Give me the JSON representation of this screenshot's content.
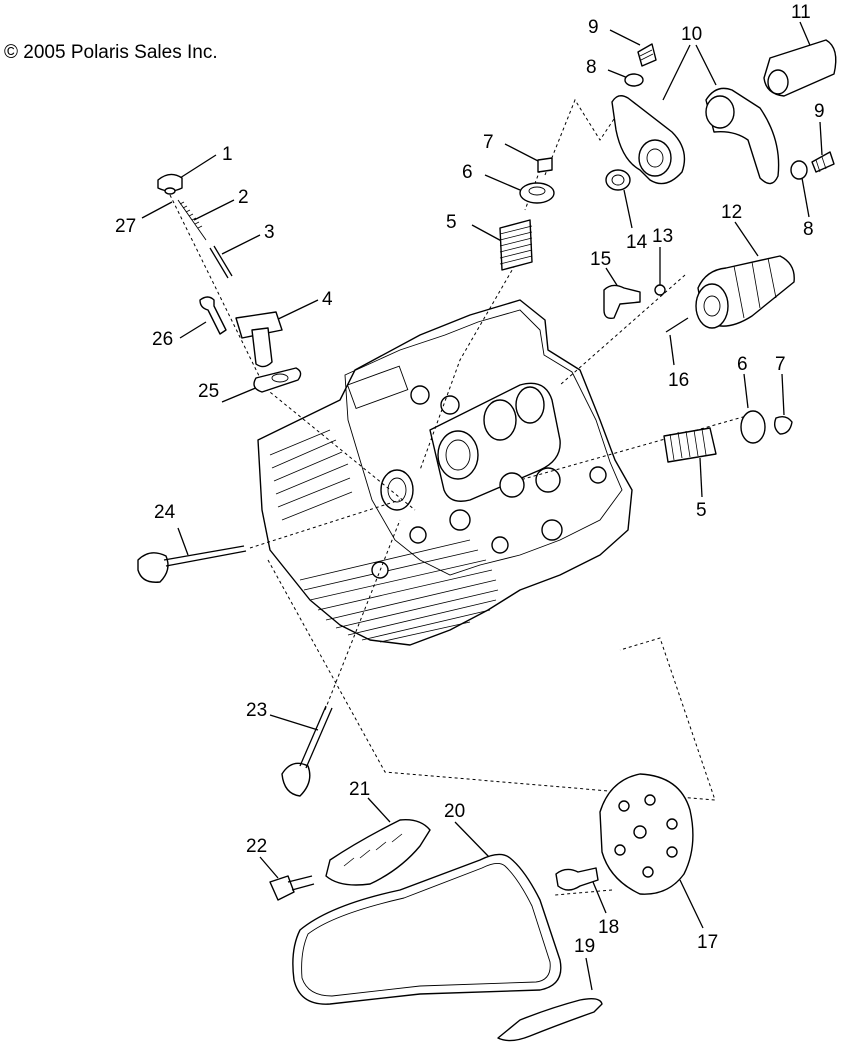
{
  "copyright": "© 2005 Polaris Sales Inc.",
  "callouts": [
    "1",
    "2",
    "3",
    "4",
    "5",
    "5",
    "6",
    "6",
    "7",
    "7",
    "8",
    "8",
    "9",
    "9",
    "10",
    "11",
    "12",
    "13",
    "14",
    "15",
    "16",
    "17",
    "18",
    "19",
    "20",
    "21",
    "22",
    "23",
    "24",
    "25",
    "26",
    "27"
  ]
}
